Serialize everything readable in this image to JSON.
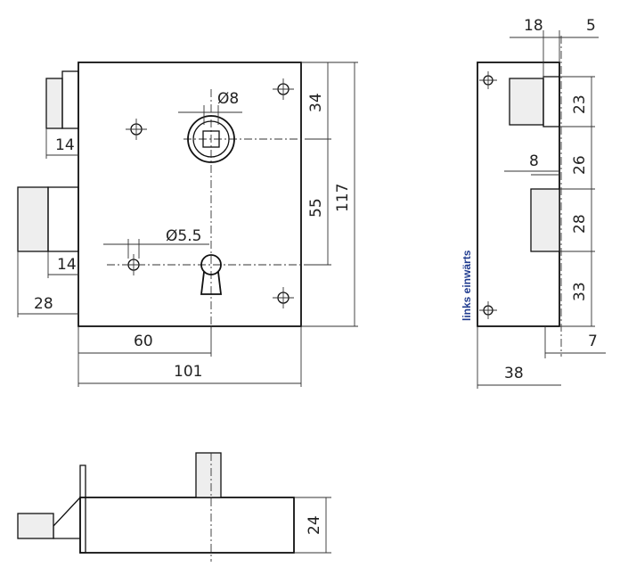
{
  "dimensions": {
    "width_14_upper": "14",
    "width_14_lower": "14",
    "width_28": "28",
    "width_60": "60",
    "width_101": "101",
    "dia_8": "Ø8",
    "dia_5_5": "Ø5.5",
    "height_34": "34",
    "height_55": "55",
    "height_117": "117",
    "side_18": "18",
    "side_5": "5",
    "side_8": "8",
    "side_23": "23",
    "side_26": "26",
    "side_28": "28",
    "side_33": "33",
    "side_7": "7",
    "side_38": "38",
    "bottom_24": "24"
  },
  "labels": {
    "direction_note": "links einwärts"
  }
}
